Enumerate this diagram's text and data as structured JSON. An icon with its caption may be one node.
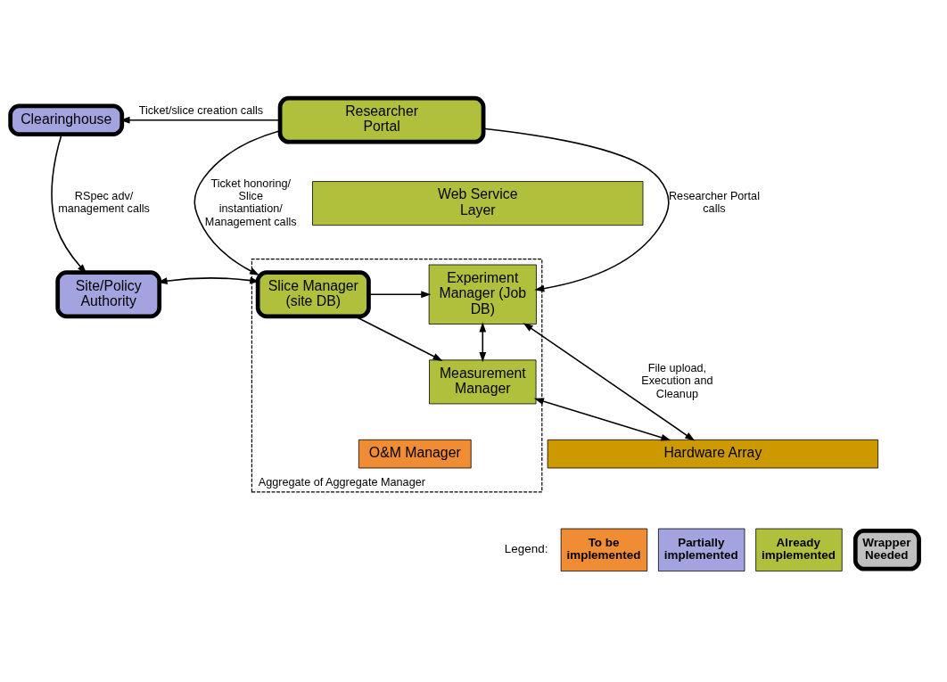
{
  "diagram": {
    "nodes": [
      {
        "text": [
          "Clearinghouse"
        ]
      },
      {
        "text": [
          "Researcher Portal"
        ]
      },
      {
        "text": [
          "Web Service Layer"
        ]
      },
      {
        "text": [
          "Site/Policy Authority"
        ]
      },
      {
        "text": [
          "Aggregate of Aggregate Manager"
        ]
      },
      {
        "text": [
          "Slice Manager (site DB)"
        ],
        "in": 4
      },
      {
        "text": [
          "Experiment Manager (Job DB)"
        ],
        "in": 4
      },
      {
        "text": [
          "Measurement Manager"
        ],
        "in": 4
      },
      {
        "text": [
          "O&M Manager"
        ],
        "in": 4
      },
      {
        "text": [
          "Hardware Array"
        ]
      }
    ],
    "edges": [
      {
        "from": 1,
        "to": 0,
        "arrow": "to",
        "label": "Ticket/slice creation calls"
      },
      {
        "from": 0,
        "to": 3,
        "arrow": "to",
        "label": "RSpec adv/ management calls"
      },
      {
        "from": 1,
        "to": 5,
        "arrow": "to",
        "label": "Ticket honoring/ Slice instantiation/ Management calls"
      },
      {
        "from": 1,
        "to": 6,
        "arrow": "to",
        "label": "Researcher Portal calls"
      },
      {
        "from": 5,
        "to": 3,
        "arrow": "both"
      },
      {
        "from": 5,
        "to": 6,
        "arrow": "to"
      },
      {
        "from": 5,
        "to": 7,
        "arrow": "to"
      },
      {
        "from": 7,
        "to": 6,
        "arrow": "both"
      },
      {
        "from": 6,
        "to": 9,
        "arrow": "both",
        "label": "File upload, Execution and Cleanup"
      },
      {
        "from": 7,
        "to": 9,
        "arrow": "both"
      }
    ],
    "labels": [
      "Legend:"
    ],
    "legend": [
      {
        "text": "To be implemented",
        "color": "#f08c34"
      },
      {
        "text": "Partially implemented",
        "color": "#a3a3e0"
      },
      {
        "text": "Already implemented",
        "color": "#b0c03c"
      },
      {
        "text": "Wrapper Needed"
      }
    ]
  }
}
